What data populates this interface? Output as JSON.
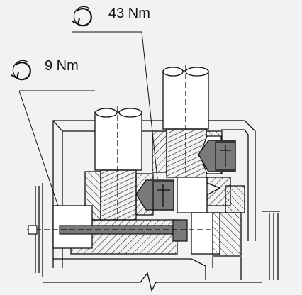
{
  "torque_labels": [
    {
      "id": "upper-screw",
      "value": "43 Nm"
    },
    {
      "id": "lower-screw",
      "value": "9 Nm"
    }
  ],
  "colors": {
    "background": "#f2f2f2",
    "ink": "#111111",
    "fill_light": "#ffffff",
    "fill_dark": "#7a7a7a"
  },
  "icons": [
    "rotate-torque-icon"
  ]
}
